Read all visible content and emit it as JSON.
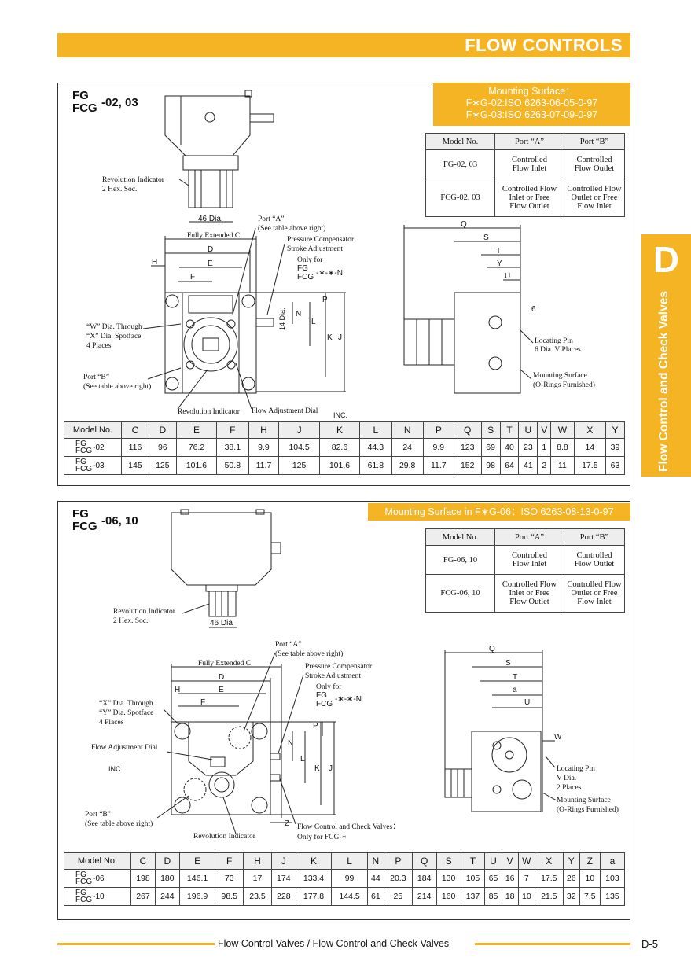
{
  "header": {
    "title": "FLOW CONTROLS"
  },
  "side_tab": {
    "letter": "D",
    "text": "Flow Control and Check Valves"
  },
  "footer": {
    "text": "Flow Control Valves / Flow Control and Check Valves",
    "page": "D-5"
  },
  "section1": {
    "model_line1": "FG",
    "model_line2": "FCG",
    "model_suffix": "-02, 03",
    "mount": {
      "title": "Mounting Surface：",
      "line1": "F∗G-02:ISO 6263-06-05-0-97",
      "line2": "F∗G-03:ISO 6263-07-09-0-97"
    },
    "port_table": {
      "headers": [
        "Model No.",
        "Port “A”",
        "Port “B”"
      ],
      "rows": [
        {
          "model": "FG-02, 03",
          "a": [
            "Controlled",
            "Flow Inlet"
          ],
          "b": [
            "Controlled",
            "Flow Outlet"
          ]
        },
        {
          "model": "FCG-02, 03",
          "a": [
            "Controlled Flow",
            "Inlet or Free",
            "Flow Outlet"
          ],
          "b": [
            "Controlled Flow",
            "Outlet or Free",
            "Flow Inlet"
          ]
        }
      ]
    },
    "labels": {
      "rev_ind": "Revolution Indicator",
      "hex": "2 Hex. Soc.",
      "dia46": "46 Dia.",
      "port_a": "Port “A”",
      "see_table": "(See table above right)",
      "fully_ext": "Fully Extended C",
      "press_comp": "Pressure Compensator",
      "stroke_adj": "Stroke Adjustment",
      "only_for": "Only for",
      "only_fg": "FG",
      "only_fcg": "FCG",
      "only_code": "-∗-∗-N",
      "w_dia": "“W” Dia. Through",
      "x_dia": "“X” Dia. Spotface",
      "places4": "4 Places",
      "port_b": "Port “B”",
      "rev_ind2": "Revolution Indicator",
      "flow_dial": "Flow Adjustment Dial",
      "inc": "INC.",
      "dia14": "14 Dia.",
      "six": "6",
      "loc_pin": "Locating Pin",
      "loc_pin2": "6 Dia. V Places",
      "mount_surf": "Mounting Surface",
      "orings": "(O-Rings Furnished)",
      "dims": {
        "C": "C",
        "D": "D",
        "E": "E",
        "F": "F",
        "H": "H",
        "J": "J",
        "K": "K",
        "L": "L",
        "N": "N",
        "P": "P",
        "Q": "Q",
        "S": "S",
        "T": "T",
        "U": "U",
        "Y": "Y"
      }
    },
    "dims_table": {
      "headers": [
        "Model No.",
        "C",
        "D",
        "E",
        "F",
        "H",
        "J",
        "K",
        "L",
        "N",
        "P",
        "Q",
        "S",
        "T",
        "U",
        "V",
        "W",
        "X",
        "Y"
      ],
      "rows": [
        {
          "m1": "FG",
          "m2": "FCG",
          "suffix": "-02",
          "values": [
            "116",
            "96",
            "76.2",
            "38.1",
            "9.9",
            "104.5",
            "82.6",
            "44.3",
            "24",
            "9.9",
            "123",
            "69",
            "40",
            "23",
            "1",
            "8.8",
            "14",
            "39"
          ]
        },
        {
          "m1": "FG",
          "m2": "FCG",
          "suffix": "-03",
          "values": [
            "145",
            "125",
            "101.6",
            "50.8",
            "11.7",
            "125",
            "101.6",
            "61.8",
            "29.8",
            "11.7",
            "152",
            "98",
            "64",
            "41",
            "2",
            "11",
            "17.5",
            "63"
          ]
        }
      ]
    }
  },
  "section2": {
    "model_line1": "FG",
    "model_line2": "FCG",
    "model_suffix": "-06, 10",
    "mount": {
      "title": "Mounting Surface in F∗G-06：ISO 6263-08-13-0-97"
    },
    "port_table": {
      "headers": [
        "Model No.",
        "Port “A”",
        "Port “B”"
      ],
      "rows": [
        {
          "model": "FG-06, 10",
          "a": [
            "Controlled",
            "Flow Inlet"
          ],
          "b": [
            "Controlled",
            "Flow Outlet"
          ]
        },
        {
          "model": "FCG-06, 10",
          "a": [
            "Controlled Flow",
            "Inlet or Free",
            "Flow Outlet"
          ],
          "b": [
            "Controlled Flow",
            "Outlet or Free",
            "Flow Inlet"
          ]
        }
      ]
    },
    "labels": {
      "rev_ind": "Revolution Indicator",
      "hex": "2 Hex. Soc.",
      "dia46": "46 Dia",
      "port_a": "Port “A”",
      "see_table": "(See table above right)",
      "fully_ext": "Fully Extended C",
      "press_comp": "Pressure Compensator",
      "stroke_adj": "Stroke Adjustment",
      "only_for": "Only for",
      "only_fg": "FG",
      "only_fcg": "FCG",
      "only_code": "-∗-∗-N",
      "x_dia": "“X” Dia. Through",
      "y_dia": "“Y” Dia. Spotface",
      "places4": "4 Places",
      "flow_dial": "Flow Adjustment Dial",
      "inc": "INC.",
      "port_b": "Port “B”",
      "rev_ind2": "Revolution Indicator",
      "fccv": "Flow Control and Check Valves：",
      "fccv2": "Only for FCG-∗",
      "loc_pin": "Locating Pin",
      "v_dia": "V Dia.",
      "places2": "2 Places",
      "mount_surf": "Mounting Surface",
      "orings": "(O-Rings Furnished)",
      "dims": {
        "C": "C",
        "D": "D",
        "E": "E",
        "F": "F",
        "H": "H",
        "J": "J",
        "K": "K",
        "L": "L",
        "N": "N",
        "P": "P",
        "Q": "Q",
        "S": "S",
        "T": "T",
        "a": "a",
        "U": "U",
        "W": "W",
        "Z": "Z"
      }
    },
    "dims_table": {
      "headers": [
        "Model No.",
        "C",
        "D",
        "E",
        "F",
        "H",
        "J",
        "K",
        "L",
        "N",
        "P",
        "Q",
        "S",
        "T",
        "U",
        "V",
        "W",
        "X",
        "Y",
        "Z",
        "a"
      ],
      "rows": [
        {
          "m1": "FG",
          "m2": "FCG",
          "suffix": "-06",
          "values": [
            "198",
            "180",
            "146.1",
            "73",
            "17",
            "174",
            "133.4",
            "99",
            "44",
            "20.3",
            "184",
            "130",
            "105",
            "65",
            "16",
            "7",
            "17.5",
            "26",
            "10",
            "103"
          ]
        },
        {
          "m1": "FG",
          "m2": "FCG",
          "suffix": "-10",
          "values": [
            "267",
            "244",
            "196.9",
            "98.5",
            "23.5",
            "228",
            "177.8",
            "144.5",
            "61",
            "25",
            "214",
            "160",
            "137",
            "85",
            "18",
            "10",
            "21.5",
            "32",
            "7.5",
            "135"
          ]
        }
      ]
    }
  }
}
